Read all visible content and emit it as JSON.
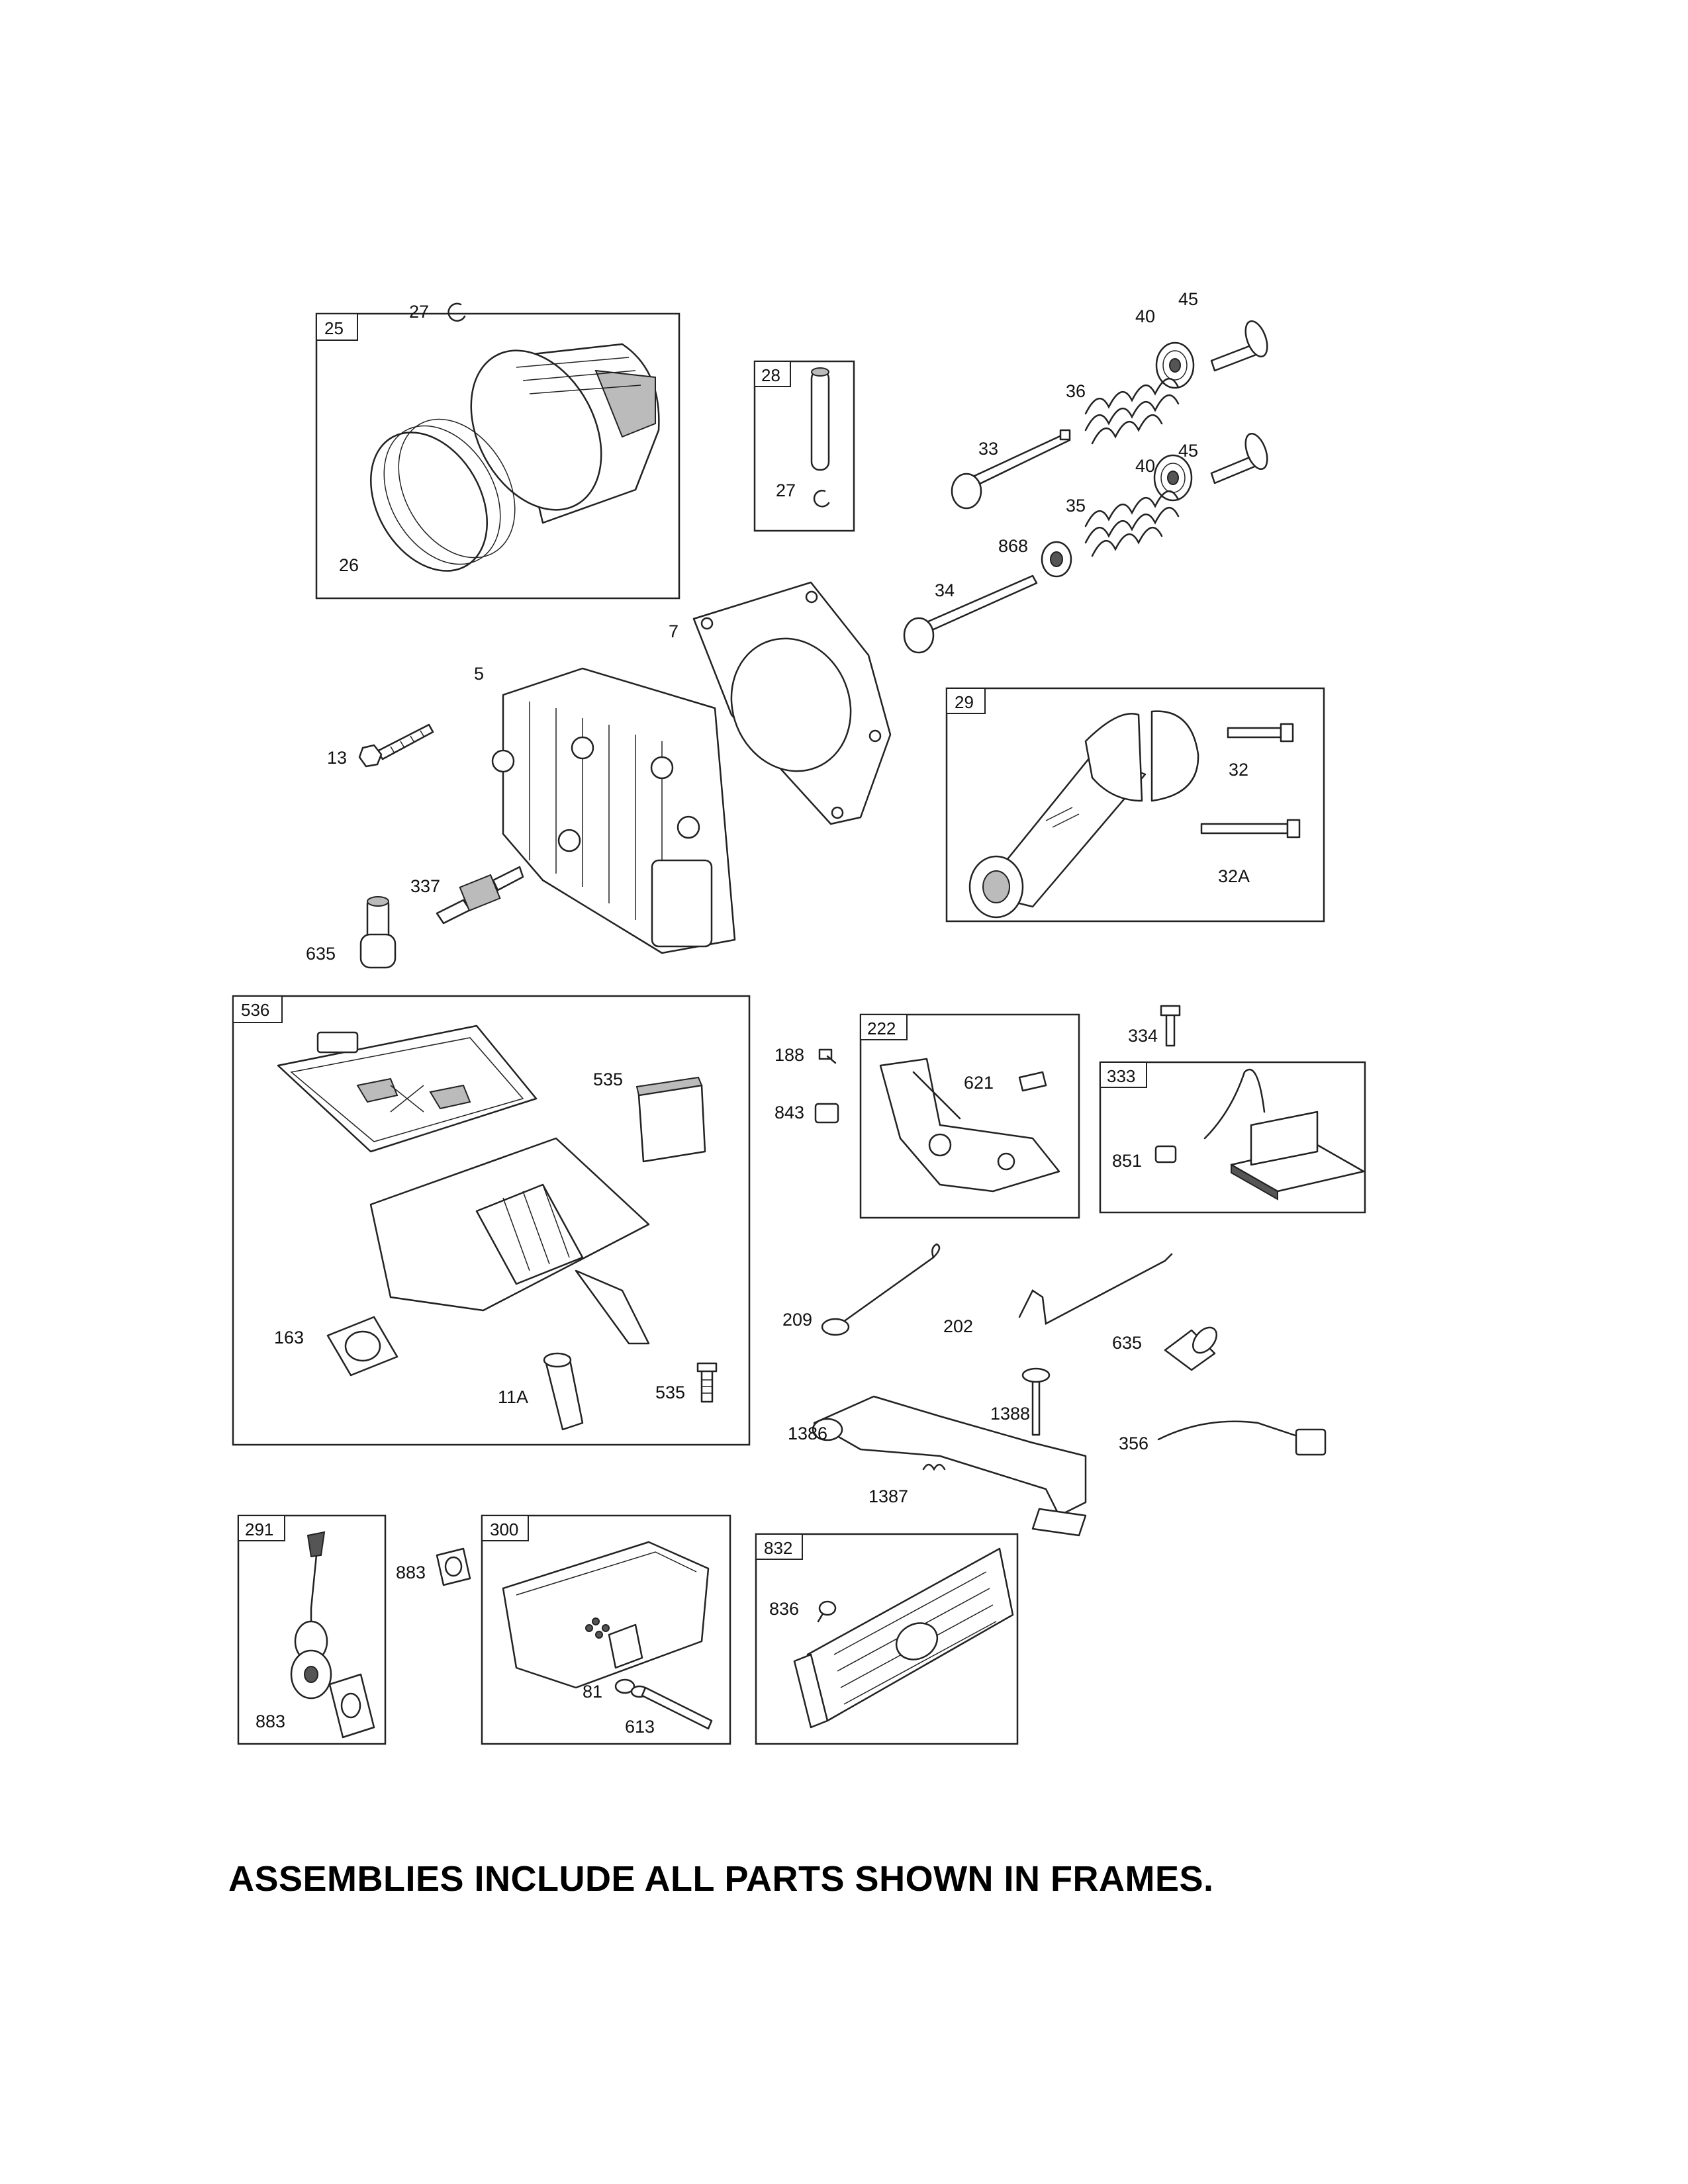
{
  "frames": {
    "f25": "25",
    "f28": "28",
    "f29": "29",
    "f536": "536",
    "f222": "222",
    "f333": "333",
    "f291": "291",
    "f300": "300",
    "f832": "832"
  },
  "labels": {
    "l27a": "27",
    "l26": "26",
    "l27b": "27",
    "l45a": "45",
    "l40a": "40",
    "l36": "36",
    "l33": "33",
    "l45b": "45",
    "l40b": "40",
    "l35": "35",
    "l868": "868",
    "l34": "34",
    "l7": "7",
    "l5": "5",
    "l13": "13",
    "l337": "337",
    "l635a": "635",
    "l32": "32",
    "l32A": "32A",
    "l535a": "535",
    "l163": "163",
    "l11A": "11A",
    "l535b": "535",
    "l188": "188",
    "l843": "843",
    "l621": "621",
    "l334": "334",
    "l851": "851",
    "l209": "209",
    "l202": "202",
    "l635b": "635",
    "l1388": "1388",
    "l1386": "1386",
    "l356": "356",
    "l1387": "1387",
    "l883a": "883",
    "l883b": "883",
    "l81": "81",
    "l613": "613",
    "l836": "836"
  },
  "footer": {
    "text": "ASSEMBLIES INCLUDE ALL PARTS SHOWN IN FRAMES."
  }
}
